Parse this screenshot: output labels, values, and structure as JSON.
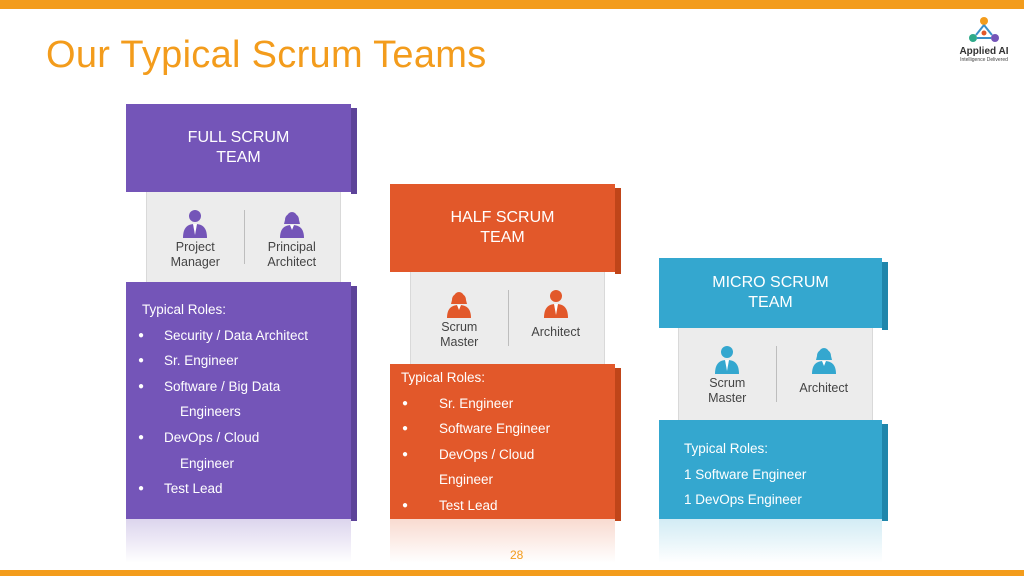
{
  "slide": {
    "title": "Our Typical Scrum Teams",
    "page_number": "28",
    "accent_color": "#f39c1c"
  },
  "logo": {
    "name": "Applied AI",
    "tagline": "Intelligence Delivered"
  },
  "teams": {
    "full": {
      "header_line1": "FULL SCRUM",
      "header_line2": "TEAM",
      "color": "#7455b8",
      "roles": [
        {
          "line1": "Project",
          "line2": "Manager",
          "icon": "male-person-icon"
        },
        {
          "line1": "Principal",
          "line2": "Architect",
          "icon": "female-person-icon"
        }
      ],
      "typical_label": "Typical Roles:",
      "items": [
        "Security / Data Architect",
        "Sr. Engineer",
        "Software / Big Data",
        "Engineers",
        "DevOps / Cloud",
        "Engineer",
        "Test Lead"
      ]
    },
    "half": {
      "header_line1": "HALF SCRUM",
      "header_line2": "TEAM",
      "color": "#e2582a",
      "roles": [
        {
          "line1": "Scrum",
          "line2": "Master",
          "icon": "female-person-icon"
        },
        {
          "line1": "Architect",
          "line2": "",
          "icon": "male-person-icon"
        }
      ],
      "typical_label": "Typical Roles:",
      "items": [
        "Sr. Engineer",
        "Software Engineer",
        "DevOps / Cloud",
        "Engineer",
        "Test Lead"
      ]
    },
    "micro": {
      "header_line1": "MICRO SCRUM",
      "header_line2": "TEAM",
      "color": "#34a7cf",
      "roles": [
        {
          "line1": "Scrum",
          "line2": "Master",
          "icon": "male-person-icon"
        },
        {
          "line1": "Architect",
          "line2": "",
          "icon": "female-person-icon"
        }
      ],
      "typical_label": "Typical Roles:",
      "lines": [
        "1 Software Engineer",
        "1 DevOps Engineer"
      ]
    }
  }
}
